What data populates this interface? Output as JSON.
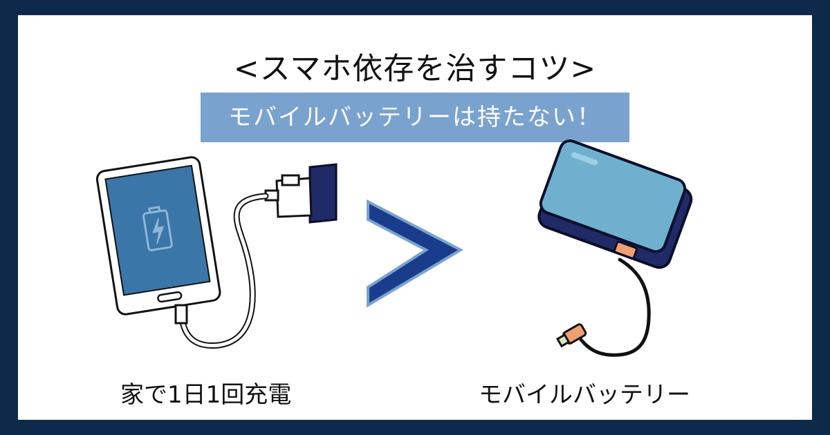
{
  "title": "<スマホ依存を治すコツ>",
  "banner": "モバイルバッテリーは持たない！",
  "left_caption": "家で1日1回充電",
  "right_caption": "モバイルバッテリー",
  "icons": {
    "left_illustration": "tablet-charging-from-wall-outlet-icon",
    "comparison": "greater-than-symbol",
    "right_illustration": "mobile-battery-icon"
  },
  "colors": {
    "frame": "#0d2a4b",
    "banner": "#7aa2cf",
    "accent_blue": "#1a3c8c",
    "screen_blue": "#3a76a8",
    "battery_blue": "#6fb0cf"
  }
}
